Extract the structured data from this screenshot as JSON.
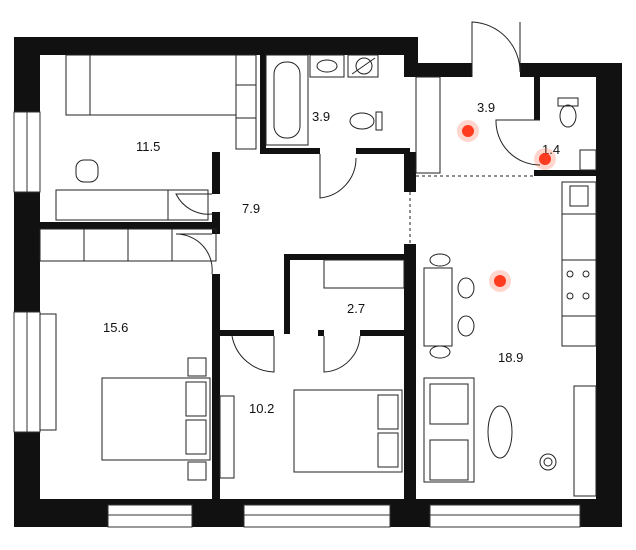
{
  "plan": {
    "rooms": [
      {
        "id": "bedroom-top-left",
        "area": "11.5"
      },
      {
        "id": "bathroom",
        "area": "3.9"
      },
      {
        "id": "hall-entry",
        "area": "3.9"
      },
      {
        "id": "toilet",
        "area": "1.4"
      },
      {
        "id": "hallway",
        "area": "7.9"
      },
      {
        "id": "storage",
        "area": "2.7"
      },
      {
        "id": "bedroom-left",
        "area": "15.6"
      },
      {
        "id": "bedroom-center",
        "area": "10.2"
      },
      {
        "id": "kitchen-living",
        "area": "18.9"
      }
    ],
    "markers": [
      {
        "id": "marker-entry",
        "color": "#ff3b1f"
      },
      {
        "id": "marker-toilet",
        "color": "#ff3b1f"
      },
      {
        "id": "marker-kitchen",
        "color": "#ff3b1f"
      }
    ],
    "colors": {
      "wall": "#111111",
      "line": "#222222",
      "marker": "#ff3b1f"
    }
  }
}
